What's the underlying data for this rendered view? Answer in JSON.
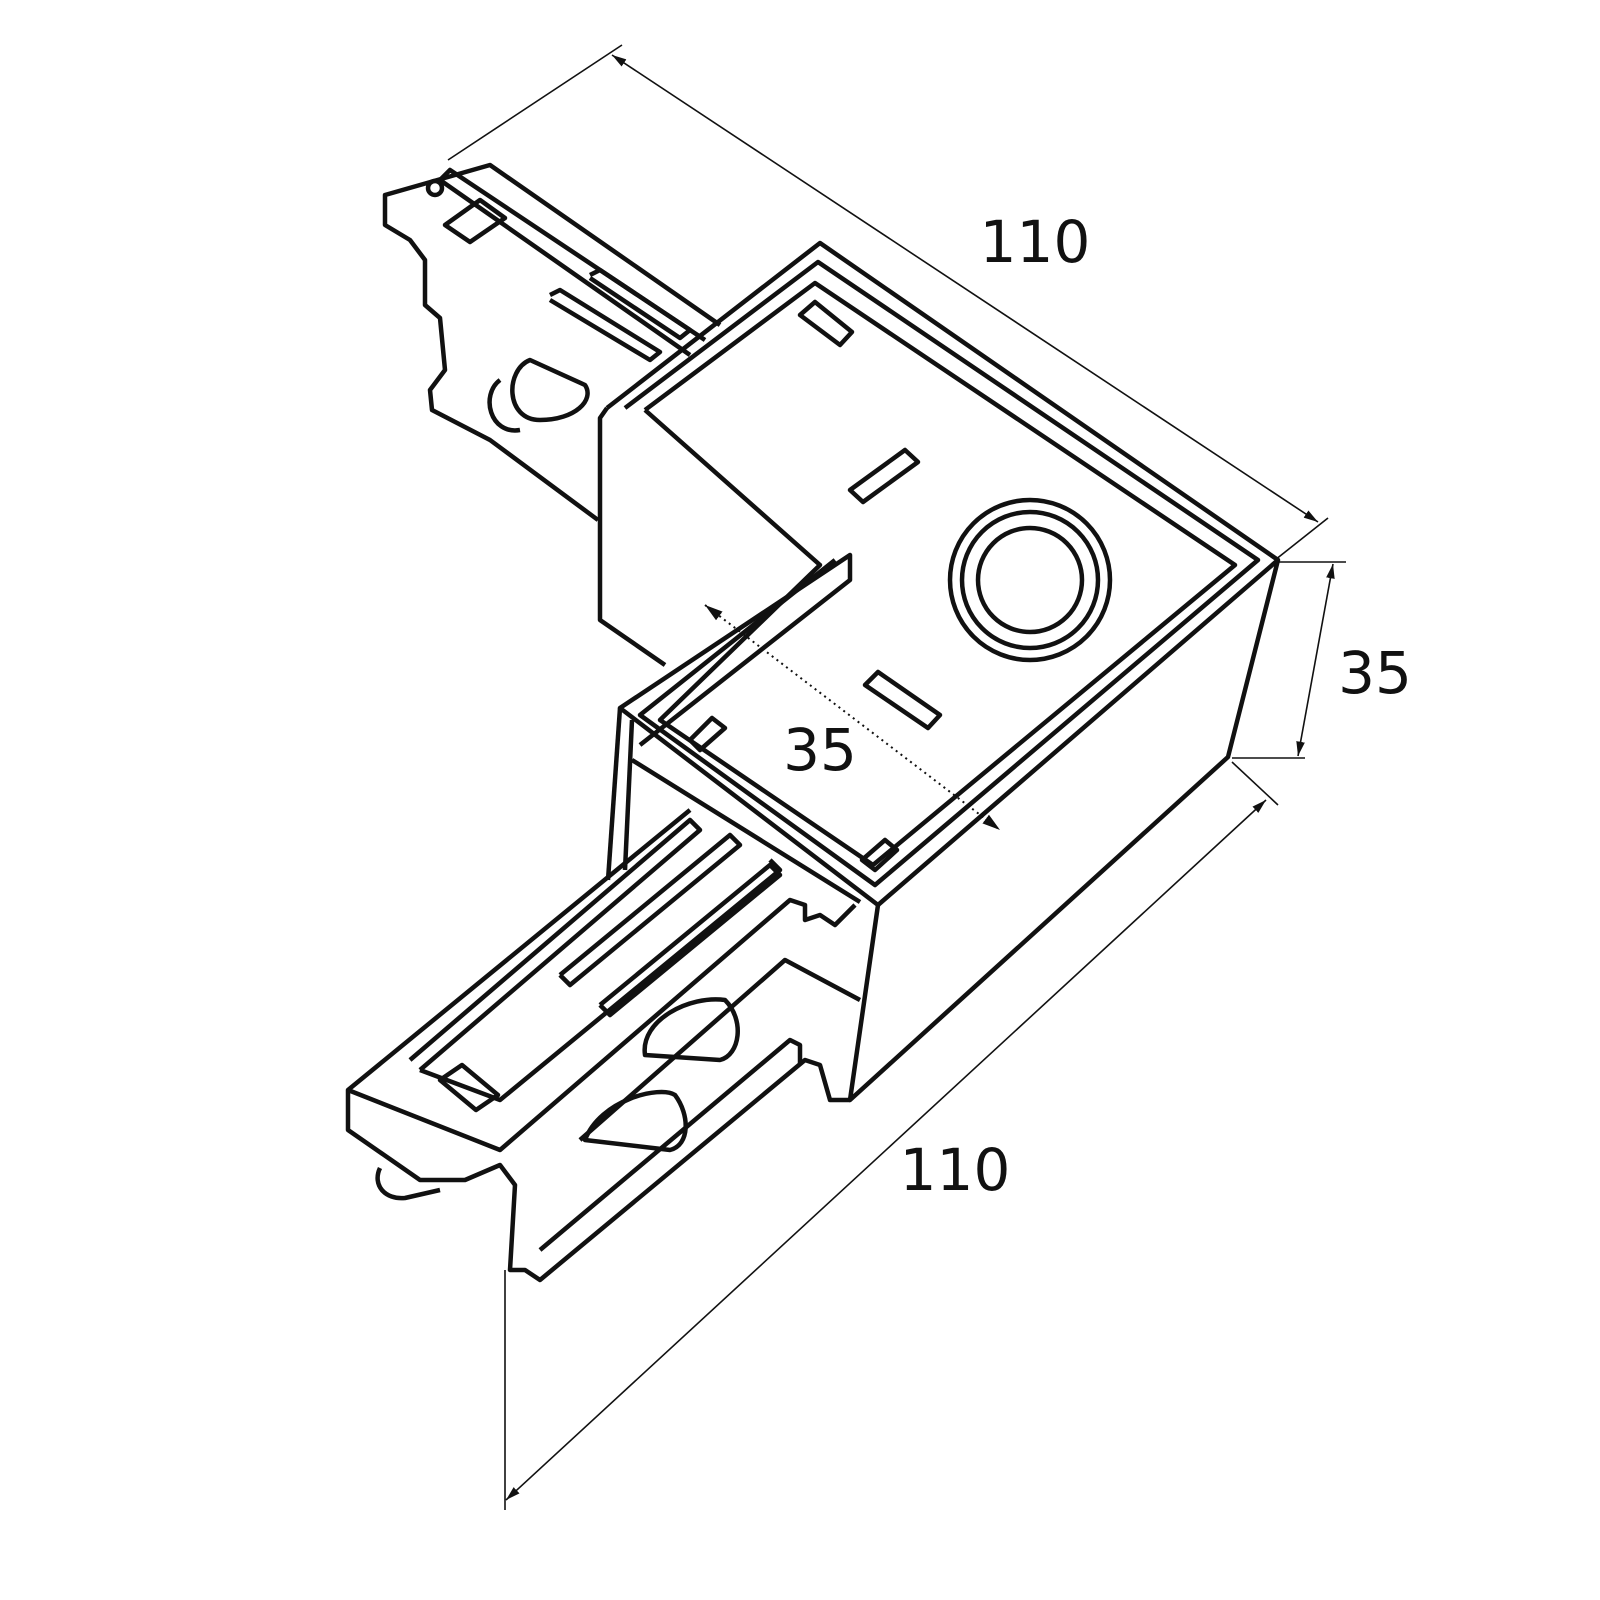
{
  "dimensions": {
    "top_length": "110",
    "bottom_length": "110",
    "height": "35",
    "inner_width": "35"
  },
  "colors": {
    "line": "#111111",
    "background": "#ffffff"
  }
}
